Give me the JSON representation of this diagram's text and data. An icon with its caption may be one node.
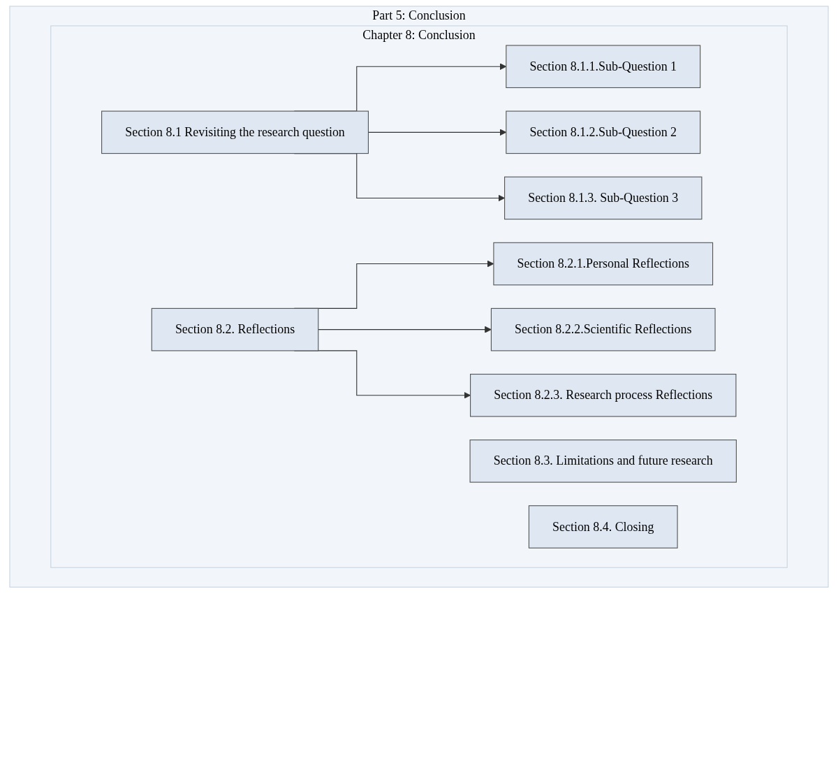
{
  "diagram": {
    "nodes": [
      {
        "text": [
          "Part 5: Conclusion"
        ]
      },
      {
        "text": [
          "Chapter 8: Conclusion"
        ],
        "in": 0
      },
      {
        "text": [
          "Section 8.1 Revisiting the research question"
        ],
        "in": 1
      },
      {
        "text": [
          "Section 8.1.1.Sub-Question 1"
        ],
        "in": 1
      },
      {
        "text": [
          "Section 8.1.2.Sub-Question 2"
        ],
        "in": 1
      },
      {
        "text": [
          "Section 8.1.3. Sub-Question 3"
        ],
        "in": 1
      },
      {
        "text": [
          "Section 8.2. Reflections"
        ],
        "in": 1
      },
      {
        "text": [
          "Section 8.2.1.Personal Reflections"
        ],
        "in": 1
      },
      {
        "text": [
          "Section 8.2.2.Scientific Reflections"
        ],
        "in": 1
      },
      {
        "text": [
          "Section 8.2.3. Research process Reflections"
        ],
        "in": 1
      },
      {
        "text": [
          "Section 8.3. Limitations and future research"
        ],
        "in": 1
      },
      {
        "text": [
          "Section 8.4. Closing"
        ],
        "in": 1
      }
    ],
    "edges": [
      {
        "from": 2,
        "to": 3,
        "arrow": "to"
      },
      {
        "from": 2,
        "to": 4,
        "arrow": "to"
      },
      {
        "from": 2,
        "to": 5,
        "arrow": "to"
      },
      {
        "from": 6,
        "to": 7,
        "arrow": "to"
      },
      {
        "from": 6,
        "to": 8,
        "arrow": "to"
      },
      {
        "from": 6,
        "to": 9,
        "arrow": "to"
      }
    ]
  }
}
